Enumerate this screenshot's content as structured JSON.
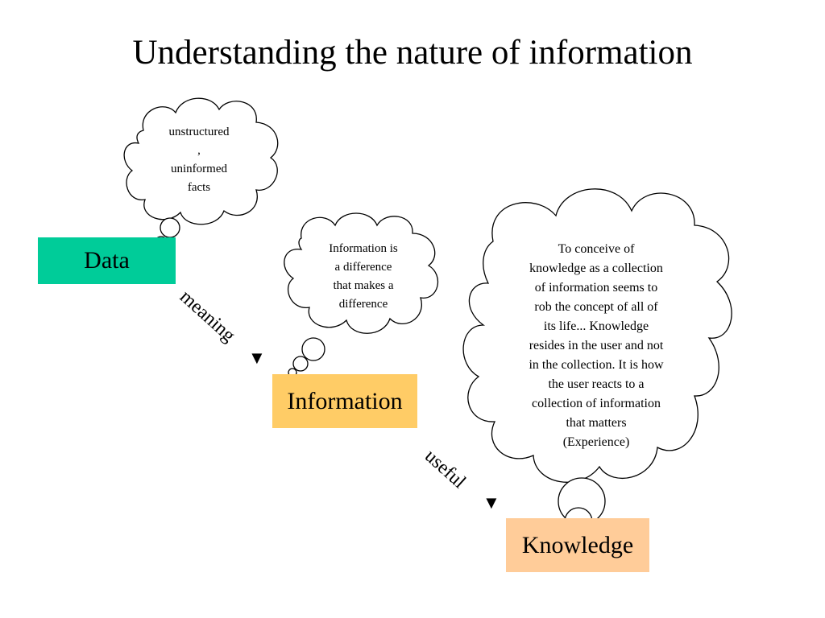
{
  "title": "Understanding the nature of information",
  "boxes": {
    "data": {
      "label": "Data",
      "color": "#00cc99"
    },
    "information": {
      "label": "Information",
      "color": "#ffcc66"
    },
    "knowledge": {
      "label": "Knowledge",
      "color": "#ffcc99"
    }
  },
  "clouds": {
    "data": {
      "lines": [
        "unstructured",
        ",",
        "uninformed",
        "facts"
      ]
    },
    "information": {
      "lines": [
        "Information is",
        "a difference",
        "that makes a",
        "difference"
      ]
    },
    "knowledge": {
      "lines": [
        "To conceive of",
        "knowledge as a collection",
        "of information seems to",
        "rob the concept of all of",
        "its life... Knowledge",
        "resides in the user and not",
        "in the collection. It is how",
        "the user reacts to a",
        "collection of information",
        "that matters",
        "(Experience)"
      ]
    }
  },
  "arrows": {
    "meaning": "meaning",
    "useful": "useful"
  }
}
